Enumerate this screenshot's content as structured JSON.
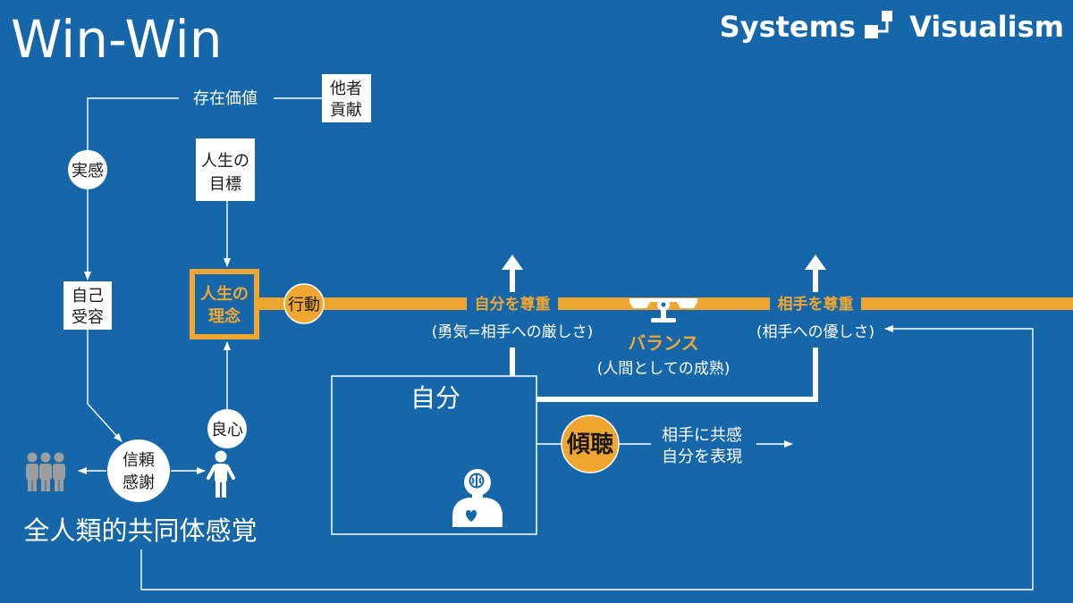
{
  "title": "Win-Win",
  "brand": {
    "left": "Systems",
    "right": "Visualism",
    "icon": "flowchart-icon"
  },
  "colors": {
    "background": "#1666aa",
    "accent": "#f0a732",
    "line": "#ffffff",
    "crowd": "#9e9e9e",
    "dark_text": "#1a1a1a"
  },
  "top": {
    "existence_value": "存在価値",
    "other_contribution": [
      "他者",
      "貢献"
    ]
  },
  "left": {
    "realization": "実感",
    "self_acceptance": [
      "自己",
      "受容"
    ],
    "trust_gratitude": [
      "信頼",
      "感謝"
    ],
    "conscience": "良心",
    "life_goal": [
      "人生の",
      "目標"
    ],
    "life_philosophy": [
      "人生の",
      "理念"
    ],
    "community_feeling": "全人類的共同体感覚",
    "crowd_icon": "people-icon",
    "person_icon": "person-icon"
  },
  "action_axis": {
    "action": "行動",
    "respect_self": {
      "label": "自分を尊重",
      "note": "(勇気=相手への厳しさ)"
    },
    "respect_other": {
      "label": "相手を尊重",
      "note": "(相手への優しさ)"
    },
    "balance": {
      "label": "バランス",
      "note": "(人間としての成熟)",
      "icon": "scale-icon"
    }
  },
  "self": {
    "label": "自分",
    "icon": "head-brain-heart-icon"
  },
  "listening": {
    "label": "傾聴",
    "effects": [
      "相手に共感",
      "自分を表現"
    ]
  }
}
